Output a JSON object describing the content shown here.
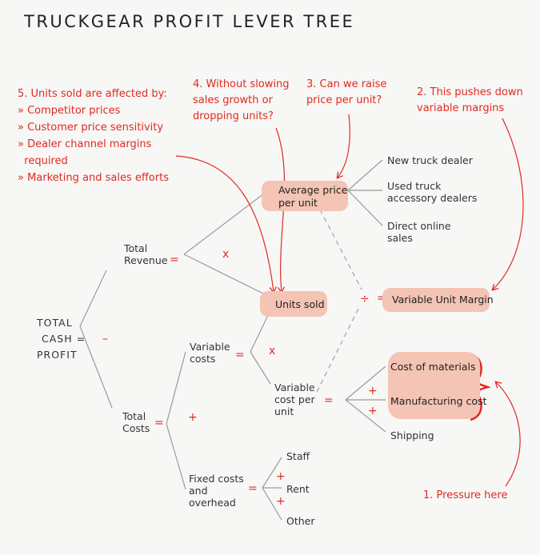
{
  "title": "TRUCKGEAR PROFIT LEVER TREE",
  "nodes": {
    "profit": [
      "TOTAL",
      "CASH =",
      "PROFIT"
    ],
    "revenue": [
      "Total",
      "Revenue"
    ],
    "costs": [
      "Total",
      "Costs"
    ],
    "avg_price": [
      "Average price",
      "per unit"
    ],
    "units_sold": "Units sold",
    "new_dealer": "New truck dealer",
    "used_dealer": [
      "Used truck",
      "accessory dealers"
    ],
    "online": [
      "Direct online",
      "sales"
    ],
    "variable_costs": [
      "Variable",
      "costs"
    ],
    "variable_cost_unit": [
      "Variable",
      "cost per",
      "unit"
    ],
    "fixed_costs": [
      "Fixed costs",
      "and",
      "overhead"
    ],
    "staff": "Staff",
    "rent": "Rent",
    "other": "Other",
    "materials": "Cost of materials",
    "manufacturing": "Manufacturing cost",
    "shipping": "Shipping",
    "vum": "Variable Unit Margin"
  },
  "operators": {
    "equals": "=",
    "minus": "–",
    "plus": "+",
    "times": "x",
    "divide": "÷"
  },
  "annotations": {
    "note1": "1. Pressure here",
    "note2": [
      "2. This pushes down",
      "variable margins"
    ],
    "note3": [
      "3. Can we raise",
      "price per unit?"
    ],
    "note4": [
      "4. Without slowing",
      "sales growth or",
      "dropping units?"
    ],
    "note5_title": "5. Units sold are affected by:",
    "note5_items": [
      "» Competitor prices",
      "» Customer price sensitivity",
      "» Dealer channel margins",
      "  required",
      "» Marketing and sales efforts"
    ]
  },
  "colors": {
    "accent": "#e02a22",
    "highlight": "#f4c4b4",
    "line": "#9a9a9a",
    "text": "#333333"
  }
}
